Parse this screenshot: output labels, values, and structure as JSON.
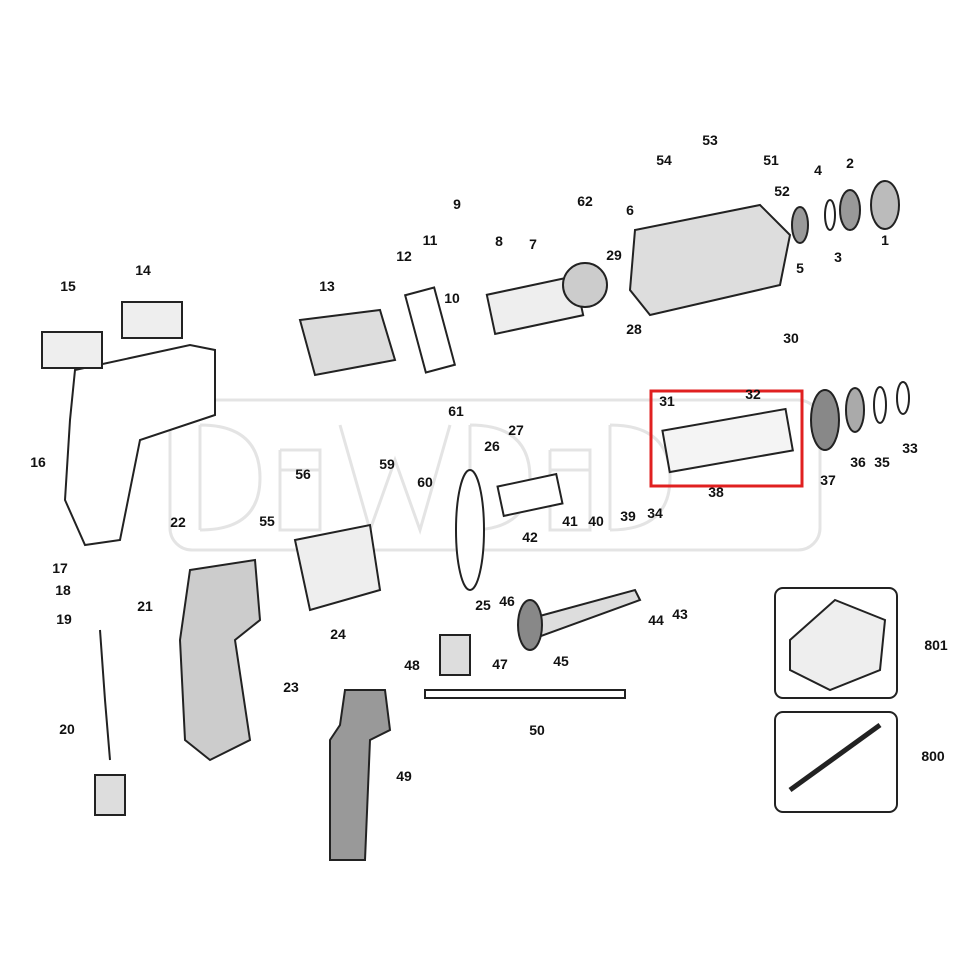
{
  "diagram": {
    "type": "exploded-parts-diagram",
    "watermark": "DeWDeD",
    "highlight_color": "#e02020",
    "highlighted_part": "38",
    "part_labels": [
      "1",
      "2",
      "3",
      "4",
      "5",
      "6",
      "7",
      "8",
      "9",
      "10",
      "11",
      "12",
      "13",
      "14",
      "15",
      "16",
      "17",
      "18",
      "19",
      "20",
      "21",
      "22",
      "23",
      "24",
      "25",
      "26",
      "27",
      "28",
      "29",
      "30",
      "31",
      "32",
      "33",
      "34",
      "35",
      "36",
      "37",
      "38",
      "39",
      "40",
      "41",
      "42",
      "43",
      "44",
      "45",
      "46",
      "47",
      "48",
      "49",
      "50",
      "51",
      "52",
      "53",
      "54",
      "55",
      "56",
      "59",
      "60",
      "61",
      "62",
      "800",
      "801"
    ]
  }
}
